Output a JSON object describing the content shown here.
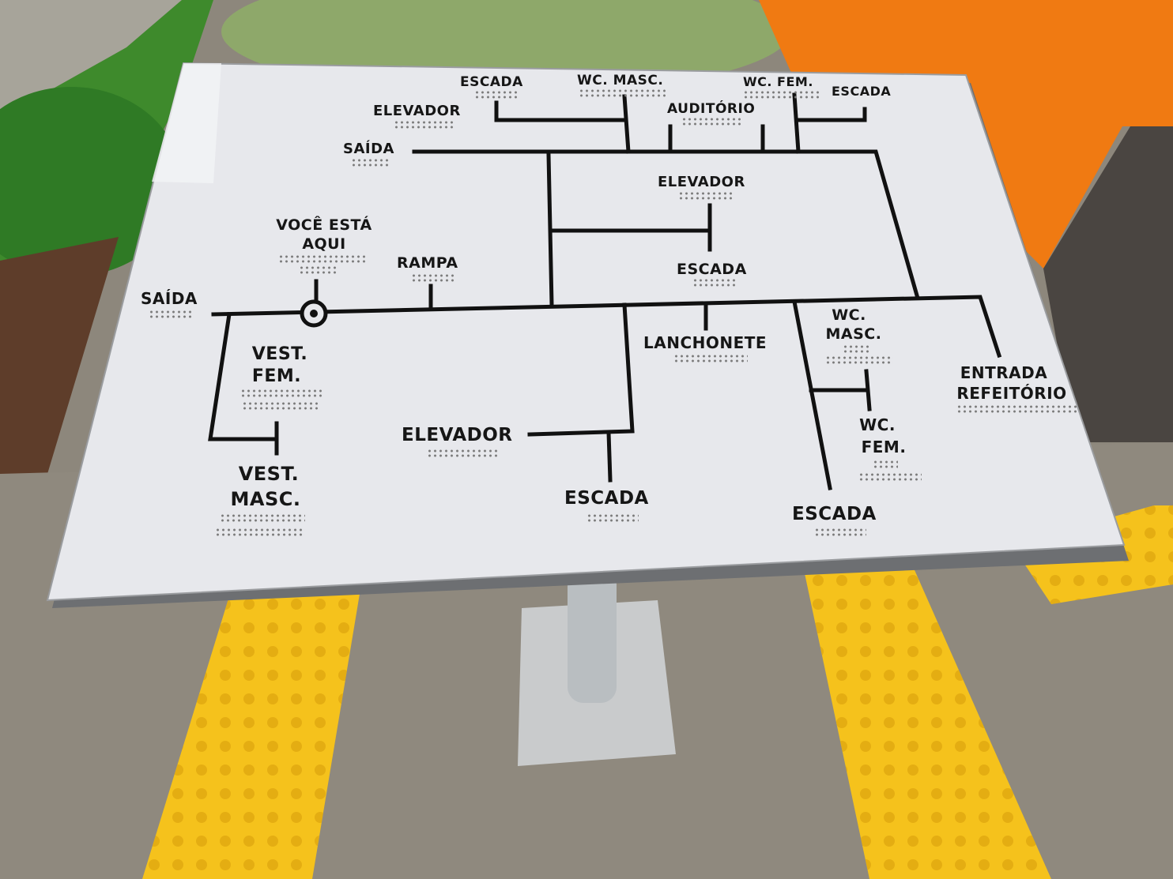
{
  "scene": {
    "description_colors": {
      "sign_face": "#e7e8ec",
      "line": "#111111",
      "orange_wall": "#f07a12",
      "tactile_yellow": "#f5c21c",
      "floor": "#8d877c"
    }
  },
  "sign": {
    "labels": {
      "escada_top_left": "ESCADA",
      "wc_masc_top": "WC. MASC.",
      "wc_fem_top": "WC. FEM.",
      "escada_top_right": "ESCADA",
      "elevador_top": "ELEVADOR",
      "auditorio": "AUDITÓRIO",
      "saida_top": "SAÍDA",
      "elevador_mid": "ELEVADOR",
      "escada_mid": "ESCADA",
      "voce_esta_1": "VOCÊ ESTÁ",
      "voce_esta_2": "AQUI",
      "rampa": "RAMPA",
      "saida_left": "SAÍDA",
      "vest_fem_1": "VEST.",
      "vest_fem_2": "FEM.",
      "lanchonete": "LANCHONETE",
      "wc_masc_mid_1": "WC.",
      "wc_masc_mid_2": "MASC.",
      "entrada_1": "ENTRADA",
      "entrada_2": "REFEITÓRIO",
      "vest_masc_1": "VEST.",
      "vest_masc_2": "MASC.",
      "elevador_bottom": "ELEVADOR",
      "escada_bottom_mid": "ESCADA",
      "wc_fem_mid_1": "WC.",
      "wc_fem_mid_2": "FEM.",
      "escada_bottom_right": "ESCADA"
    }
  }
}
